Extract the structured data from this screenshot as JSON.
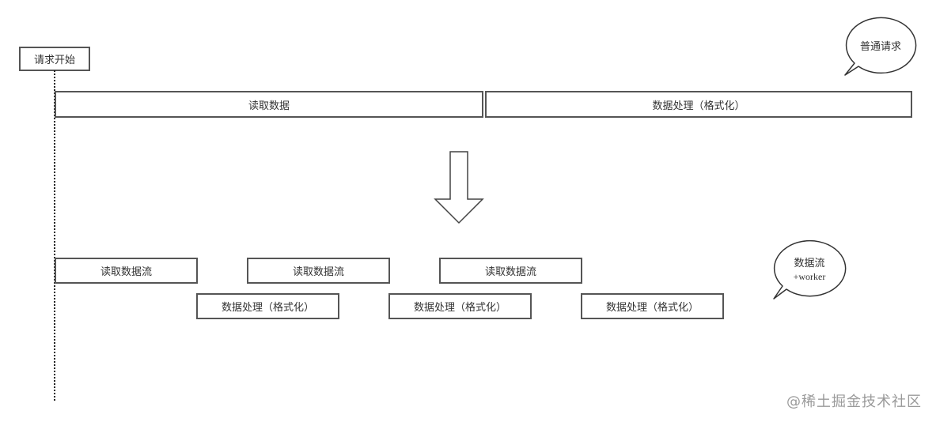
{
  "start_label": "请求开始",
  "normal": {
    "bubble": "普通请求",
    "read": "读取数据",
    "process": "数据处理（格式化）"
  },
  "stream": {
    "bubble_line1": "数据流",
    "bubble_line2": "+worker",
    "read": [
      "读取数据流",
      "读取数据流",
      "读取数据流"
    ],
    "process": [
      "数据处理（格式化）",
      "数据处理（格式化）",
      "数据处理（格式化）"
    ]
  },
  "watermark": "@稀土掘金技术社区"
}
